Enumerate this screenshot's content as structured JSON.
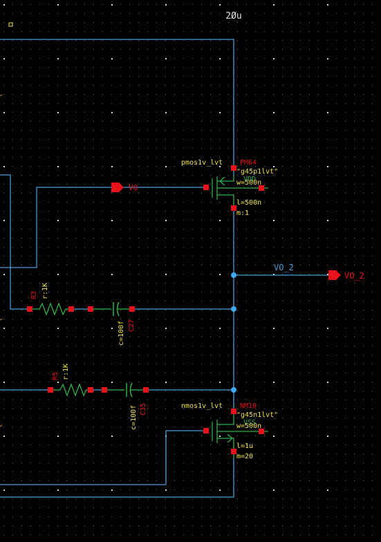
{
  "title": "2Øu",
  "colors": {
    "background": "#000000",
    "wire": "#4a9fd8",
    "pin": "#e8121b",
    "resistor": "#2db34a",
    "capacitor": "#2db34a",
    "device": "#2db34a",
    "label_red": "#e8121b",
    "label_yellow": "#f2e24e",
    "label_blue": "#4a9fd8",
    "junction": "#3fa9f5",
    "grid_dot": "#c8c8c8"
  },
  "pmos": {
    "cell": "pmos1v_lvt",
    "inst": "PM64",
    "model": "\"g45p1lvt\"",
    "w": "w=500n",
    "l": "l=500n",
    "m": "m:1",
    "bulk": "VDD"
  },
  "nmos": {
    "cell": "nmos1v_lvt",
    "inst": "NM10",
    "model": "\"g45n1lvt\"",
    "w": "w=500n",
    "l": "l=1u",
    "m": "m=20",
    "bulk": "VSS"
  },
  "r3": {
    "inst": "R3",
    "value": "r:1K"
  },
  "r5": {
    "inst": "R5",
    "value": "r:1K"
  },
  "c27": {
    "inst": "C27",
    "value": "c=100f"
  },
  "c35": {
    "inst": "C35",
    "value": "c=100f"
  },
  "pins": {
    "vo": "VO",
    "vo2": "VO_2",
    "vo2_net": "VO_2"
  }
}
